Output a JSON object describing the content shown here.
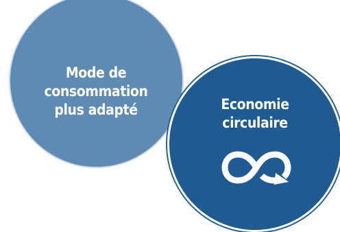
{
  "circles": [
    {
      "id": "left",
      "lines": [
        "Mode de",
        "consommation",
        "plus adapté"
      ],
      "color": "#5f8ab3"
    },
    {
      "id": "right",
      "lines": [
        "Economie",
        "circulaire"
      ],
      "color": "#1f5a93",
      "icon": "infinity-recycle-icon"
    }
  ]
}
